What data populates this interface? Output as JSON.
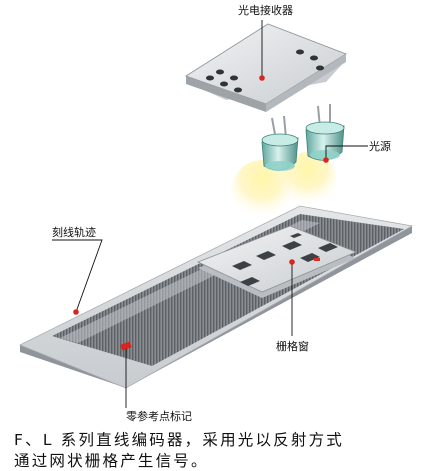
{
  "labels": {
    "receiver": "光电接收器",
    "light_source": "光源",
    "scale_track": "刻线轨迹",
    "grating_window": "栅格窗",
    "reference_mark": "零参考点标记"
  },
  "caption": {
    "line1": "F、L 系列直线编码器，采用光以反射方式",
    "line2": "通过网状栅格产生信号。"
  }
}
